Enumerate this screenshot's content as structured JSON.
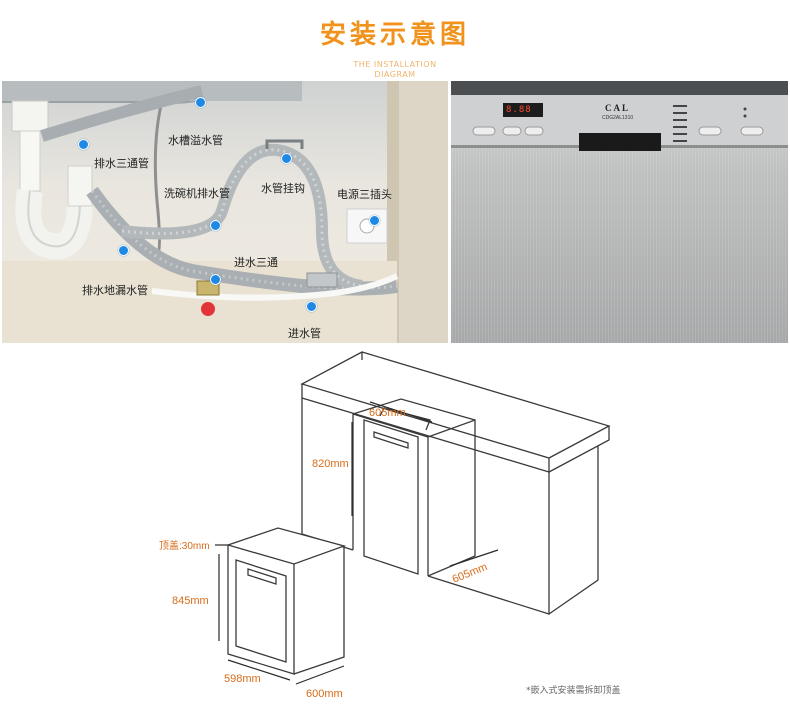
{
  "header": {
    "title": "安装示意图",
    "subtitle_line1": "THE INSTALLATION",
    "subtitle_line2": "DIAGRAM"
  },
  "plumbing_labels": {
    "sink_overflow": "水槽溢水管",
    "drain_tee": "排水三通管",
    "dishwasher_drain": "洗碗机排水管",
    "hose_hook": "水管挂钩",
    "power_socket": "电源三插头",
    "inlet_tee": "进水三通",
    "floor_drain": "排水地漏水管",
    "inlet_pipe": "进水管"
  },
  "control_panel": {
    "brand": "CAL",
    "model": "CDG2AL1310",
    "display_text": "8.88"
  },
  "dimensions": {
    "cabinet_width": "605mm",
    "cabinet_height": "820mm",
    "cabinet_depth": "605mm",
    "top_cover": "顶盖:30mm",
    "unit_height": "845mm",
    "unit_width": "598mm",
    "unit_depth": "600mm"
  },
  "footnote": "*嵌入式安装需拆卸顶盖",
  "colors": {
    "title": "#f0921b",
    "dimension_text": "#d86c1a",
    "callout_dot": "#1e88e5",
    "steel_panel": "#b9babb"
  }
}
